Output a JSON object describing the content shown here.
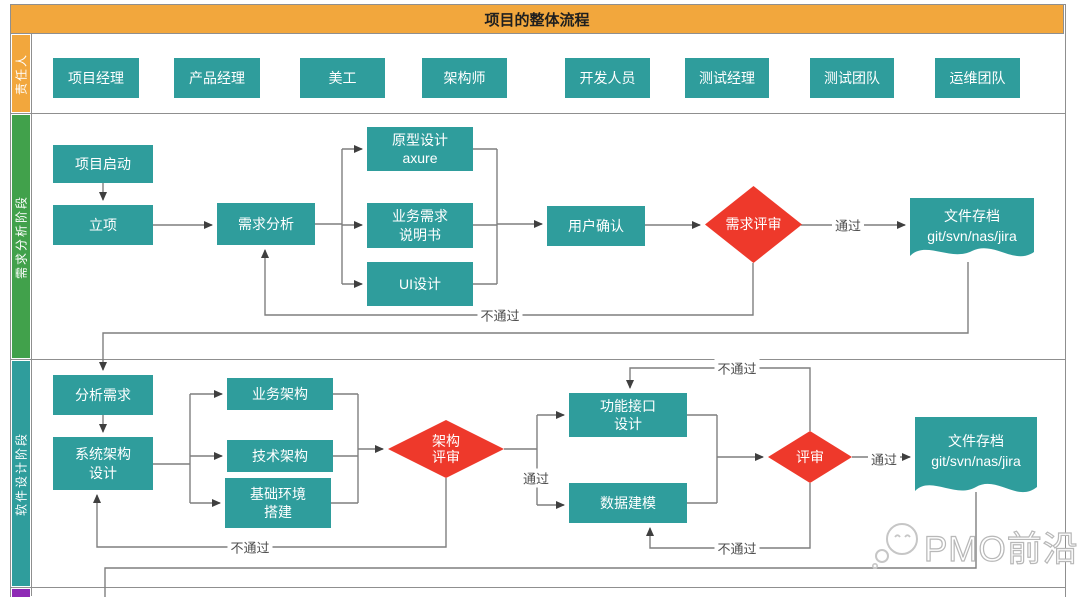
{
  "title": "项目的整体流程",
  "lanes": {
    "owner": "责任人",
    "requirements": "需求分析阶段",
    "design": "软件设计阶段"
  },
  "roles": [
    "项目经理",
    "产品经理",
    "美工",
    "架构师",
    "开发人员",
    "测试经理",
    "测试团队",
    "运维团队"
  ],
  "requirements": {
    "project_start": "项目启动",
    "initiation": "立项",
    "req_analysis": "需求分析",
    "prototype": "原型设计\naxure",
    "biz_req_doc": "业务需求\n说明书",
    "ui_design": "UI设计",
    "user_confirm": "用户确认",
    "review": "需求评审",
    "archive": "文件存档\ngit/svn/nas/jira"
  },
  "design": {
    "analyze_req": "分析需求",
    "sys_arch": "系统架构\n设计",
    "biz_arch": "业务架构",
    "tech_arch": "技术架构",
    "infra": "基础环境\n搭建",
    "arch_review": "架构\n评审",
    "api_design": "功能接口\n设计",
    "data_model": "数据建模",
    "review": "评审",
    "archive": "文件存档\ngit/svn/nas/jira"
  },
  "labels": {
    "pass": "通过",
    "fail": "不通过"
  },
  "watermark": "PMO前沿",
  "colors": {
    "header_orange": "#f2a73d",
    "box_teal": "#2f9d9c",
    "diamond_red": "#ee392b",
    "lane_green": "#41a14b",
    "lane_purple": "#8e2ab5",
    "line_grey": "#7f7f7f"
  }
}
